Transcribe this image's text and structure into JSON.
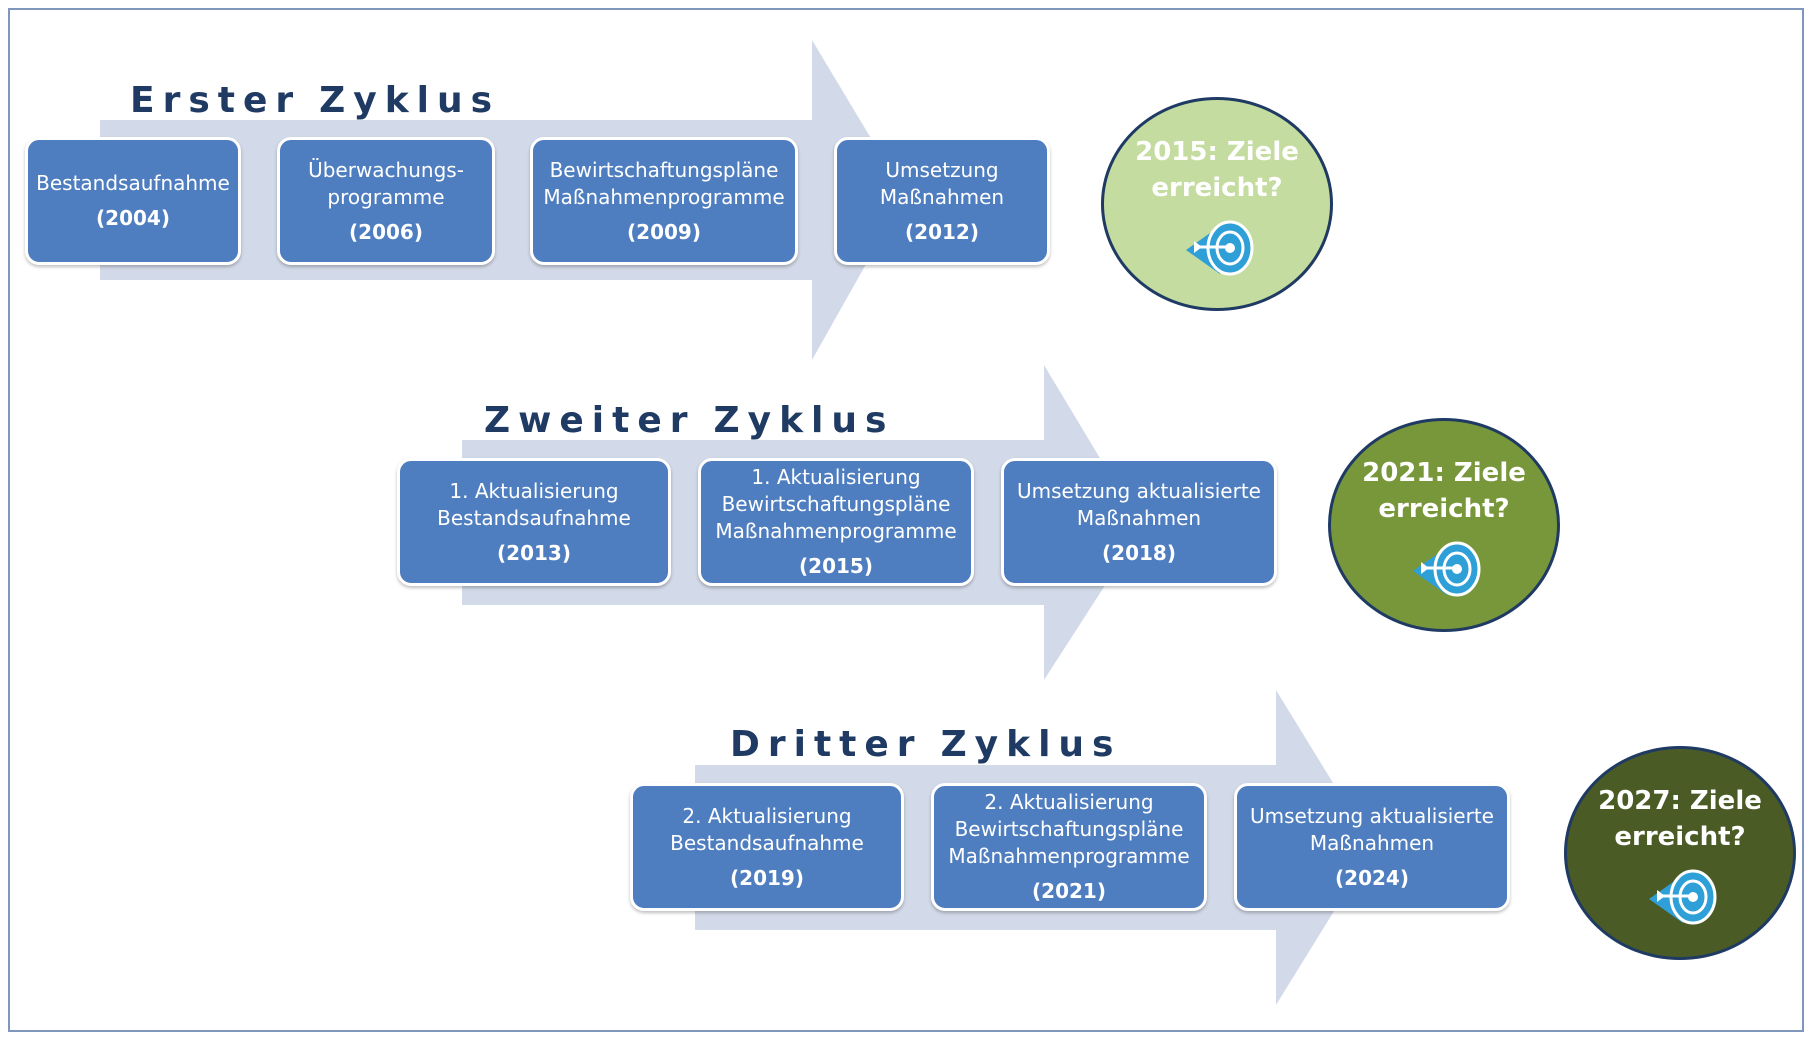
{
  "cycles": [
    {
      "title_word1": "Erster",
      "title_word2": "Zyklus",
      "steps": [
        {
          "label": "Bestandsaufnahme",
          "year": "(2004)"
        },
        {
          "label": "Überwachungs-\nprogramme",
          "year": "(2006)"
        },
        {
          "label": "Bewirtschaftungspläne\nMaßnahmenprogramme",
          "year": "(2009)"
        },
        {
          "label": "Umsetzung\nMaßnahmen",
          "year": "(2012)"
        }
      ],
      "goal": {
        "text": "2015: Ziele\nerreicht?",
        "color": "#c5dca0",
        "text_color": "#ffffff",
        "icon": "target-arrow-icon"
      }
    },
    {
      "title_word1": "Zweiter",
      "title_word2": "Zyklus",
      "steps": [
        {
          "label": "1. Aktualisierung\nBestandsaufnahme",
          "year": "(2013)"
        },
        {
          "label": "1. Aktualisierung\nBewirtschaftungspläne\nMaßnahmenprogramme",
          "year": "(2015)"
        },
        {
          "label": "Umsetzung aktualisierte\nMaßnahmen",
          "year": "(2018)"
        }
      ],
      "goal": {
        "text": "2021: Ziele\nerreicht?",
        "color": "#78973a",
        "text_color": "#ffffff",
        "icon": "target-arrow-icon"
      }
    },
    {
      "title_word1": "Dritter",
      "title_word2": "Zyklus",
      "steps": [
        {
          "label": "2. Aktualisierung\nBestandsaufnahme",
          "year": "(2019)"
        },
        {
          "label": "2. Aktualisierung\nBewirtschaftungspläne\nMaßnahmenprogramme",
          "year": "(2021)"
        },
        {
          "label": "Umsetzung aktualisierte\nMaßnahmen",
          "year": "(2024)"
        }
      ],
      "goal": {
        "text": "2027: Ziele\nerreicht?",
        "color": "#4b5b25",
        "text_color": "#ffffff",
        "icon": "target-arrow-icon"
      }
    }
  ],
  "colors": {
    "box_fill": "#4f7ec0",
    "arrow_fill": "#d2d9e8",
    "title_color": "#1f3b63",
    "frame_border": "#7f97bd"
  }
}
